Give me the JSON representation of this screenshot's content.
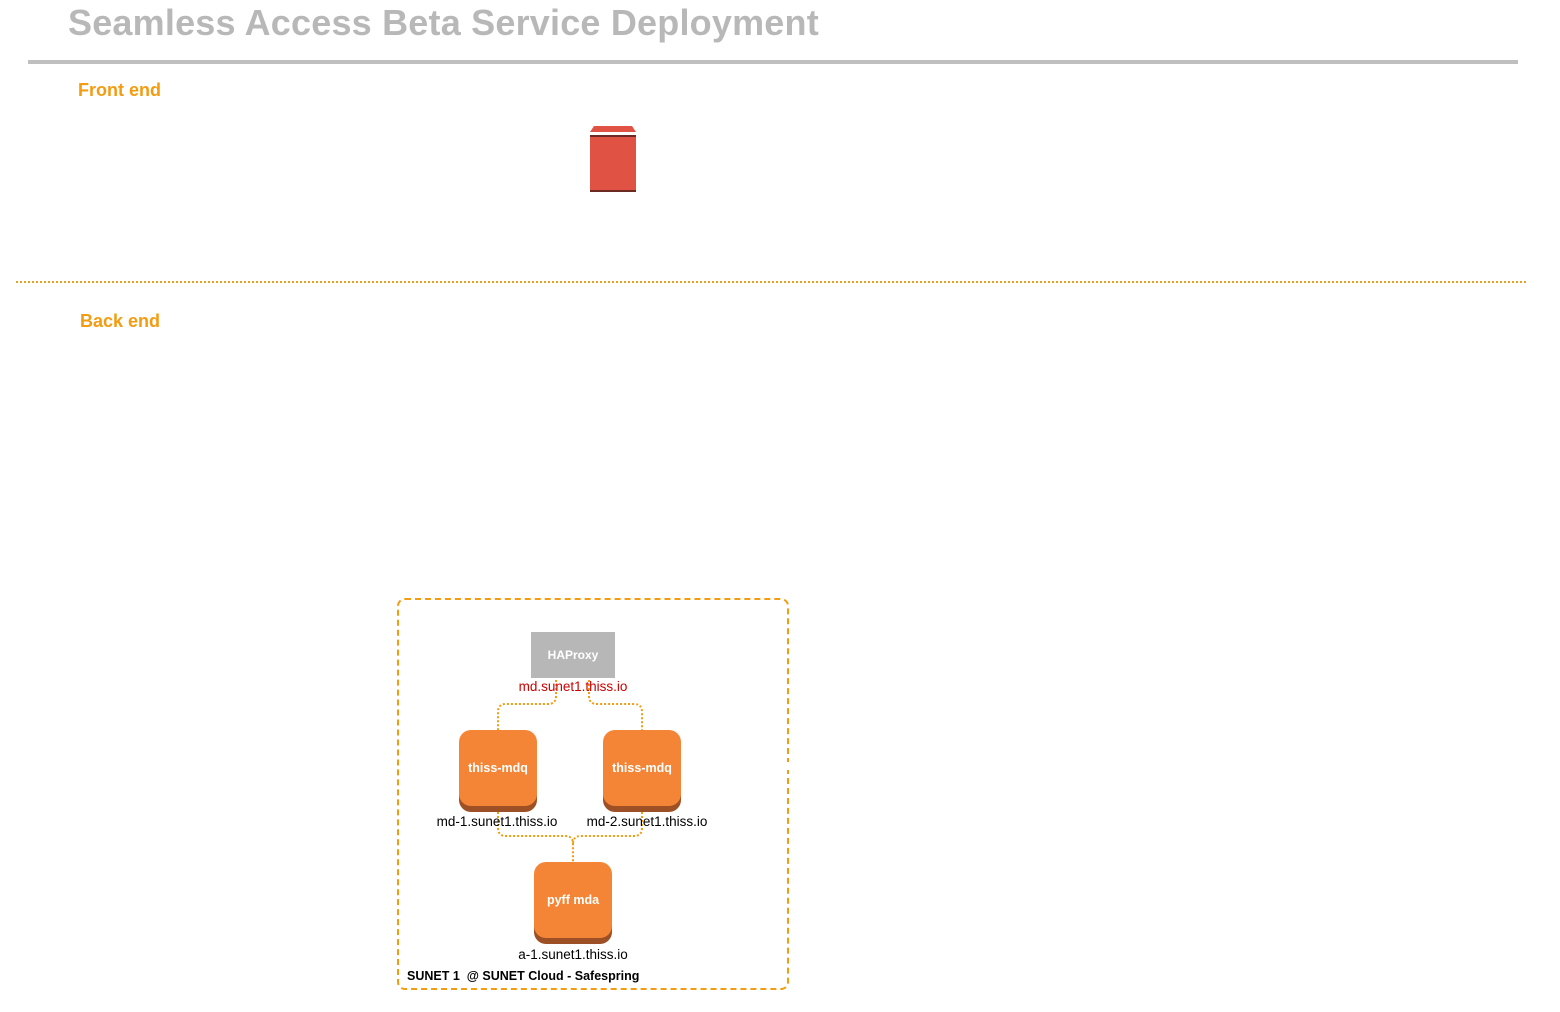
{
  "title": "Seamless Access Beta Service Deployment",
  "sections": {
    "front_end": "Front end",
    "back_end": "Back end"
  },
  "zone": {
    "label": "SUNET 1  @ SUNET Cloud - Safespring"
  },
  "haproxy": {
    "label": "HAProxy",
    "host": "md.sunet1.thiss.io"
  },
  "nodes": [
    {
      "label": "thiss-mdq",
      "host": "md-1.sunet1.thiss.io"
    },
    {
      "label": "thiss-mdq",
      "host": "md-2.sunet1.thiss.io"
    },
    {
      "label": "pyff mda",
      "host": "a-1.sunet1.thiss.io"
    }
  ],
  "colors": {
    "title": "#b8b8b8",
    "section": "#f39c12",
    "node": "#f58536",
    "node_shadow": "#9d5025",
    "haproxy": "#b7b7b7",
    "bucket": "#e05243",
    "host_highlight": "#cc0000"
  },
  "icons": {
    "bucket": "storage-bucket-icon"
  }
}
